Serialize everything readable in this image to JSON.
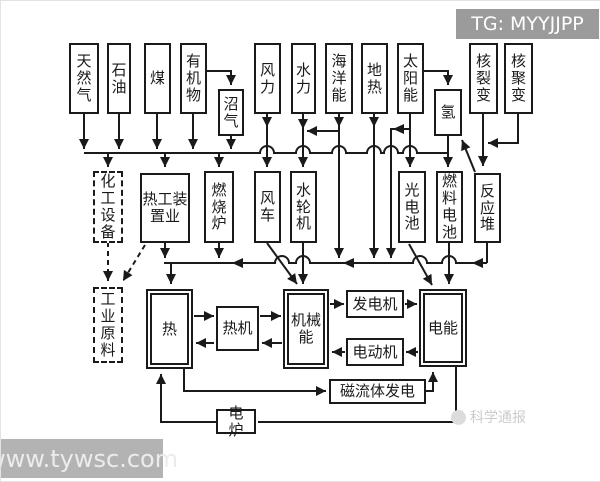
{
  "watermarks": {
    "telegram": "TG: MYYJJPP",
    "website": "www.tywsc.com",
    "brand": "科学通报"
  },
  "colors": {
    "line": "#1a1a1a",
    "box_border": "#1a1a1a",
    "watermark_bg": "#9b9b9b",
    "watermark_text": "#ffffff",
    "background": "#ffffff"
  },
  "labels": {
    "natural_gas": "天然气",
    "oil": "石油",
    "coal": "煤",
    "organic_matter": "有机物",
    "biogas": "沼气",
    "wind": "风力",
    "hydro": "水力",
    "ocean": "海洋能",
    "geothermal": "地热",
    "solar": "太阳能",
    "hydrogen": "氢",
    "fission": "核裂变",
    "fusion": "核聚变",
    "chemical_equipment": "化工设备",
    "thermal_device": "热工装置业",
    "furnace": "燃烧炉",
    "windmill": "风车",
    "water_turbine": "水轮机",
    "photocell": "光电池",
    "fuel_cell": "燃料电池",
    "reactor": "反应堆",
    "industrial_materials": "工业原料",
    "heat": "热",
    "heat_engine": "热机",
    "mechanical": "机械能",
    "generator": "发电机",
    "motor": "电动机",
    "electricity": "电能",
    "mhd": "磁流体发电",
    "electric_furnace": "电炉"
  },
  "edges": [
    "natural_gas → fuel_bus",
    "oil → fuel_bus",
    "coal → fuel_bus",
    "organic_matter → fuel_bus",
    "biogas → fuel_bus",
    "organic_matter → biogas",
    "fuel_bus → chemical_equipment",
    "fuel_bus → thermal_device",
    "fuel_bus → furnace",
    "fuel_bus → fuel_cell",
    "wind → windmill",
    "hydro → water_turbine",
    "ocean → hydro_line",
    "ocean → heat_bus",
    "geothermal → heat_bus",
    "solar → heat_bus",
    "solar → photocell",
    "solar → hydrogen",
    "hydrogen → fuel_cell",
    "fission → reactor",
    "fusion → reactor",
    "reactor → hydrogen",
    "reactor → heat_bus",
    "thermal_device → heat_bus",
    "furnace → heat_bus",
    "heat_bus → heat",
    "chemical_equipment ⇢ industrial_materials",
    "thermal_device ⇢ industrial_materials",
    "windmill → mechanical",
    "water_turbine → mechanical",
    "photocell → electricity",
    "fuel_cell → electricity",
    "heat ⇄ heat_engine",
    "heat_engine ⇄ mechanical",
    "mechanical → generator",
    "generator → electricity",
    "electricity → motor",
    "motor → mechanical",
    "heat → mhd",
    "mhd → electricity",
    "electricity → electric_furnace",
    "electric_furnace → heat"
  ]
}
